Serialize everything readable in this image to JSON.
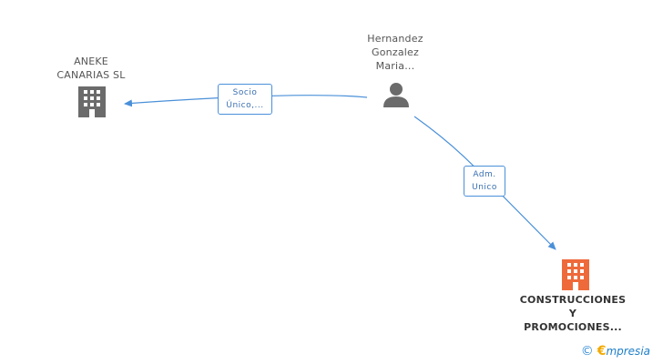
{
  "nodes": {
    "aneke": {
      "line1": "ANEKE",
      "line2": "CANARIAS SL",
      "icon": "building-icon",
      "color": "#6b6b6b"
    },
    "person": {
      "line1": "Hernandez",
      "line2": "Gonzalez",
      "line3": "Maria...",
      "icon": "person-icon",
      "color": "#6b6b6b"
    },
    "construcciones": {
      "line1": "CONSTRUCCIONES",
      "line2": "Y",
      "line3": "PROMOCIONES...",
      "icon": "building-icon",
      "color": "#ee6a3a"
    }
  },
  "edges": {
    "socio": {
      "line1": "Socio",
      "line2": "Único,..."
    },
    "adm": {
      "line1": "Adm.",
      "line2": "Unico"
    }
  },
  "colors": {
    "edge": "#4a90d9"
  },
  "watermark": {
    "copyright": "©",
    "brand_initial": "€",
    "brand_rest": "mpresia"
  }
}
